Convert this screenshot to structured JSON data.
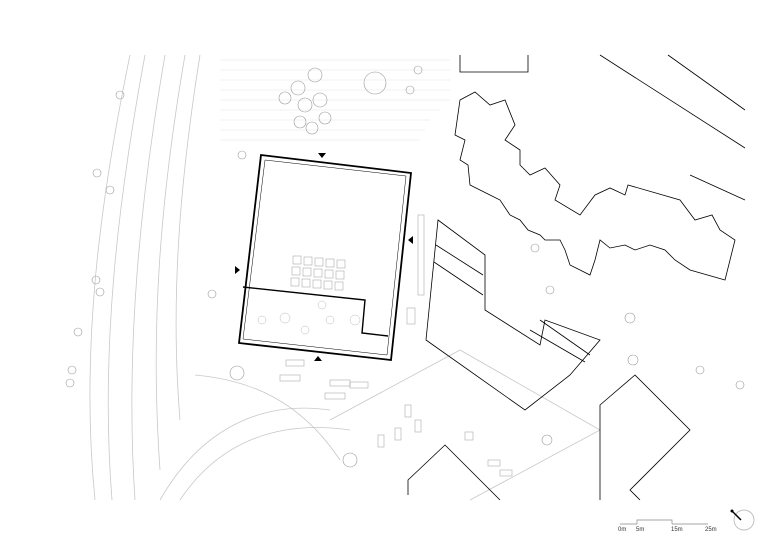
{
  "scale_bar": {
    "labels": [
      "0m",
      "5m",
      "15m",
      "25m"
    ]
  },
  "north_arrow": {
    "icon": "north-arrow-icon"
  },
  "colors": {
    "line": "#000000",
    "context": "#bbbbbb"
  }
}
